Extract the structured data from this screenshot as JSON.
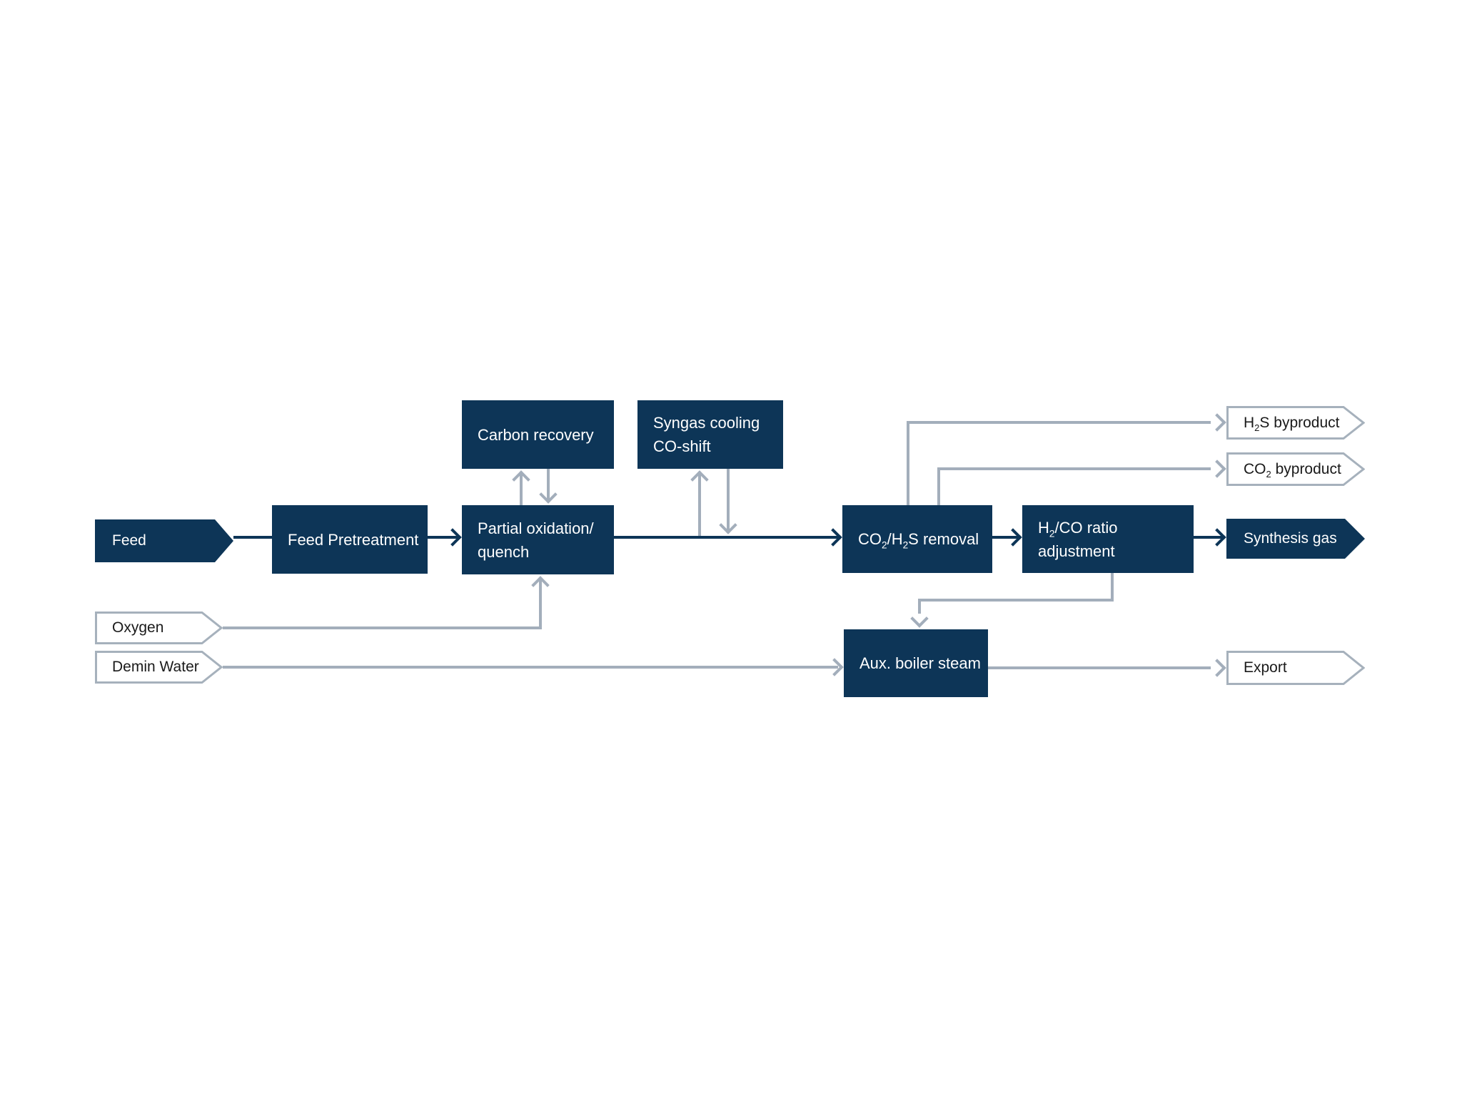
{
  "diagram": {
    "description": "Process flow diagram: partial oxidation syngas generation",
    "colors": {
      "box_fill": "#0d3557",
      "box_text": "#ffffff",
      "gray_line": "#a3aebb",
      "tag_border": "#a6b1bc",
      "tag_text": "#1a1a1a",
      "background": "#ffffff"
    },
    "nodes": {
      "feed": {
        "label": "Feed",
        "kind": "input-arrow"
      },
      "feed_pretreatment": {
        "label": "Feed Pretreatment",
        "kind": "process"
      },
      "carbon_recovery": {
        "label": "Carbon recovery",
        "kind": "process"
      },
      "partial_oxidation": {
        "label_line1": "Partial oxidation/",
        "label_line2": "quench",
        "kind": "process"
      },
      "syngas_cooling": {
        "label_line1": "Syngas cooling",
        "label_line2": "CO-shift",
        "kind": "process"
      },
      "co2_h2s_removal": {
        "label": "CO₂/H₂S removal",
        "kind": "process"
      },
      "h2_co_ratio": {
        "label_line1": "H₂/CO ratio",
        "label_line2": "adjustment",
        "kind": "process"
      },
      "aux_boiler_steam": {
        "label": "Aux. boiler steam",
        "kind": "process"
      },
      "oxygen": {
        "label": "Oxygen",
        "kind": "input-arrow"
      },
      "demin_water": {
        "label": "Demin Water",
        "kind": "input-arrow"
      },
      "synthesis_gas": {
        "label": "Synthesis gas",
        "kind": "output-arrow"
      },
      "h2s_byproduct": {
        "label": "H₂S byproduct",
        "kind": "output-arrow"
      },
      "co2_byproduct": {
        "label": "CO₂ byproduct",
        "kind": "output-arrow"
      },
      "export": {
        "label": "Export",
        "kind": "output-arrow"
      }
    },
    "edges": [
      {
        "from": "feed",
        "to": "feed_pretreatment",
        "style": "navy",
        "arrowhead": false
      },
      {
        "from": "feed_pretreatment",
        "to": "partial_oxidation",
        "style": "navy",
        "arrowhead": true
      },
      {
        "from": "partial_oxidation",
        "to": "co2_h2s_removal",
        "style": "navy",
        "arrowhead": true
      },
      {
        "from": "partial_oxidation",
        "to": "carbon_recovery",
        "style": "gray",
        "arrowhead": true
      },
      {
        "from": "carbon_recovery",
        "to": "partial_oxidation",
        "style": "gray",
        "arrowhead": true
      },
      {
        "from": "main_line",
        "to": "syngas_cooling",
        "style": "gray",
        "arrowhead": true
      },
      {
        "from": "syngas_cooling",
        "to": "main_line",
        "style": "gray",
        "arrowhead": true
      },
      {
        "from": "oxygen",
        "to": "partial_oxidation",
        "style": "gray",
        "arrowhead": true
      },
      {
        "from": "demin_water",
        "to": "aux_boiler_steam",
        "style": "gray",
        "arrowhead": true
      },
      {
        "from": "co2_h2s_removal",
        "to": "h2s_byproduct",
        "style": "gray",
        "arrowhead": true
      },
      {
        "from": "co2_h2s_removal",
        "to": "co2_byproduct",
        "style": "gray",
        "arrowhead": true
      },
      {
        "from": "co2_h2s_removal",
        "to": "h2_co_ratio",
        "style": "navy",
        "arrowhead": true
      },
      {
        "from": "h2_co_ratio",
        "to": "synthesis_gas",
        "style": "navy",
        "arrowhead": true
      },
      {
        "from": "h2_co_ratio",
        "to": "aux_boiler_steam",
        "style": "gray",
        "arrowhead": true
      },
      {
        "from": "aux_boiler_steam",
        "to": "export",
        "style": "gray",
        "arrowhead": true
      }
    ]
  }
}
